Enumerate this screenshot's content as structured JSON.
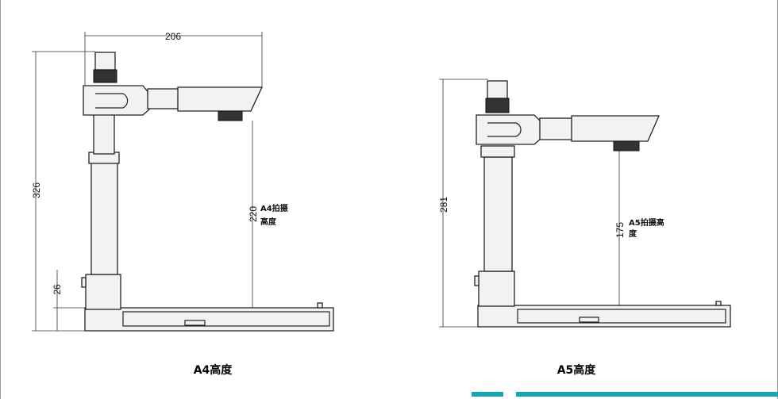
{
  "a4": {
    "width_dim": "206",
    "height_dim": "326",
    "capture_dim": "220",
    "base_dim": "26",
    "capture_label_1": "A4拍摄",
    "capture_label_2": "高度",
    "caption": "A4高度"
  },
  "a5": {
    "height_dim": "281",
    "capture_dim": "175",
    "capture_label_1": "A5拍摄高",
    "capture_label_2": "度",
    "caption": "A5高度"
  },
  "colors": {
    "accent": "#1aa3b0"
  }
}
